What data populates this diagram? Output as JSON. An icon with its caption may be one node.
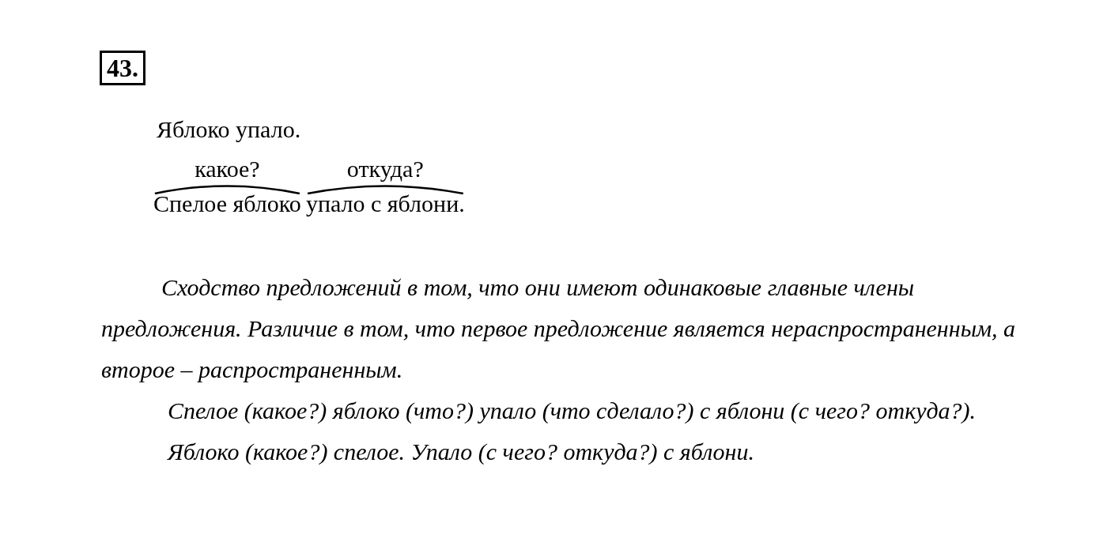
{
  "diagram": {
    "nodes": [
      {
        "text": [
          "43."
        ]
      }
    ],
    "labels": [
      "Яблоко упало.",
      "какое?",
      "откуда?",
      "Спелое яблоко",
      "упало с яблони.",
      "Сходство предложений в том, что они имеют одинаковые главные члены предложения. Различие в том, что первое предложение является нераспространенным, а второе – распространенным.",
      "Спелое (какое?) яблоко (что?) упало (что сделало?) с яблони (с чего? откуда?).",
      "Яблоко (какое?) спелое. Упало (с чего? откуда?) с яблони."
    ]
  }
}
